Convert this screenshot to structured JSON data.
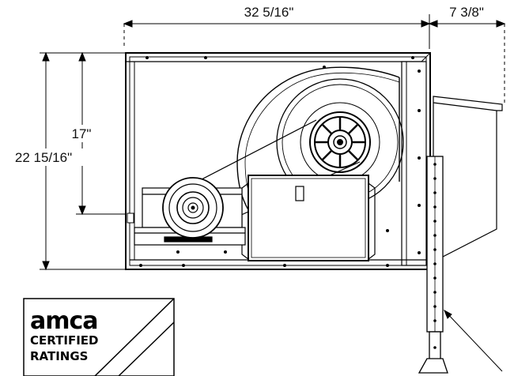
{
  "dimensions": {
    "width_overall": "32 5/16\"",
    "width_side": "7 3/8\"",
    "height_overall": "22 15/16\"",
    "height_partial": "17\""
  },
  "logo": {
    "brand": "amca",
    "line2": "CERTIFIED",
    "line3": "RATINGS"
  }
}
